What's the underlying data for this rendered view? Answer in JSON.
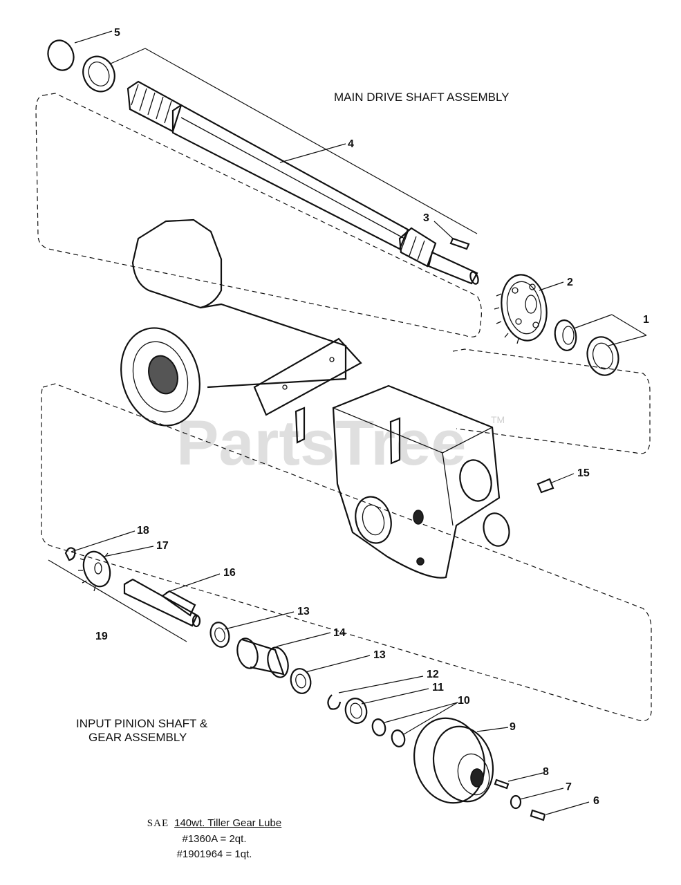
{
  "titles": {
    "main_drive": "MAIN DRIVE SHAFT ASSEMBLY",
    "input_pinion_line1": "INPUT PINION SHAFT &",
    "input_pinion_line2": "GEAR ASSEMBLY"
  },
  "watermark": {
    "text": "PartsTree",
    "tm": "TM"
  },
  "callouts": [
    "1",
    "2",
    "3",
    "4",
    "5",
    "6",
    "7",
    "8",
    "9",
    "10",
    "11",
    "12",
    "13",
    "13",
    "14",
    "15",
    "16",
    "17",
    "18",
    "19"
  ],
  "lube_note": {
    "sae": "SAE",
    "lube": "140wt. Tiller Gear Lube",
    "qty_2qt": "#1360A = 2qt.",
    "qty_1qt": "#1901964 = 1qt."
  }
}
